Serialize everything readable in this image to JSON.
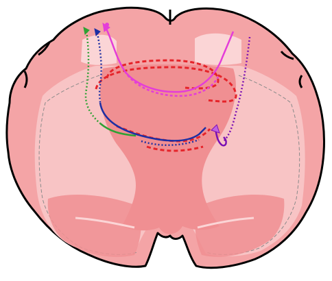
{
  "colors": {
    "background": "#ffffff",
    "outline": "#000000",
    "tissue_outer": "#f4a4a6",
    "tissue_inner": "#f8c4c5",
    "tissue_central": "#f08f92",
    "tissue_light": "#fbd5d6",
    "dashed_boundary": "#b0b0b0",
    "red_tract": "#e5242a",
    "magenta_tract": "#e43dd8",
    "blue_tract": "#1e2fa3",
    "green_tract": "#2fa134",
    "purple_tract": "#7a0fb3",
    "navy_tract": "#1b2aa8"
  },
  "tracts": [
    {
      "name": "magenta-tract",
      "color": "magenta",
      "style": "solid"
    },
    {
      "name": "blue-tract",
      "color": "blue",
      "style": "solid and dotted"
    },
    {
      "name": "green-tract",
      "color": "green",
      "style": "solid and dotted"
    },
    {
      "name": "purple-tract",
      "color": "purple",
      "style": "solid and dotted"
    },
    {
      "name": "red-tract",
      "color": "red",
      "style": "dashed"
    }
  ]
}
